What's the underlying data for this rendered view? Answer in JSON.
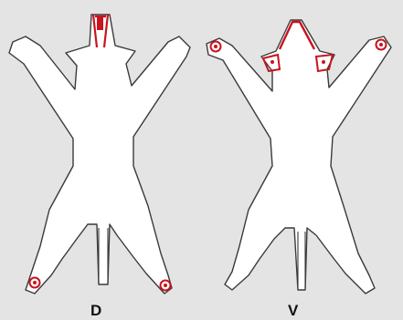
{
  "views": [
    {
      "id": "dorsal",
      "label": "D"
    },
    {
      "id": "ventral",
      "label": "V"
    }
  ],
  "colors": {
    "background": "#e4e4e4",
    "body_fill": "#ffffff",
    "outline": "#3a3a3a",
    "marker": "#c8141e"
  }
}
